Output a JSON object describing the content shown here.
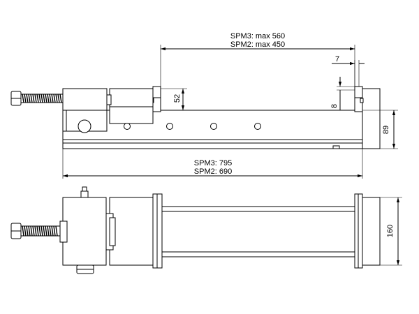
{
  "dimensions": {
    "stroke_spm3": "SPM3: max 560",
    "stroke_spm2": "SPM2: max 450",
    "dim_7": "7",
    "dim_52": "52",
    "dim_8": "8",
    "dim_89": "89",
    "length_spm3": "SPM3: 795",
    "length_spm2": "SPM2: 690",
    "dim_160": "160"
  },
  "colors": {
    "line": "#000000",
    "background": "#ffffff"
  }
}
